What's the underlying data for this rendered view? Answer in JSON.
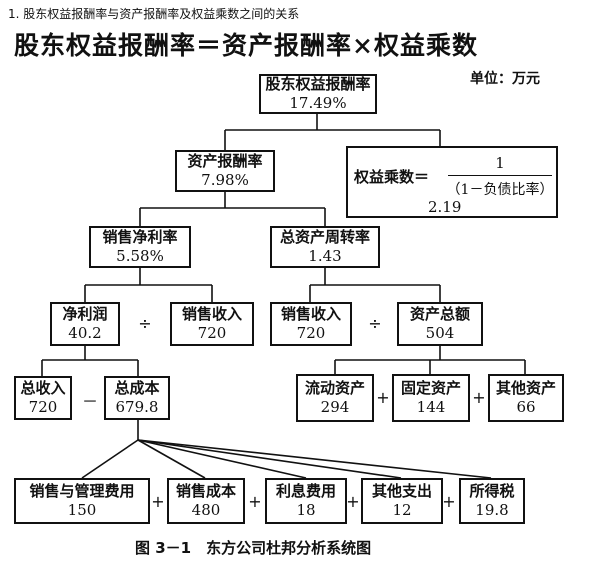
{
  "header": "1. 股东权益报酬率与资产报酬率及权益乘数之间的关系",
  "title": "股东权益报酬率＝资产报酬率×权益乘数",
  "unit": "单位：万元",
  "nodes": {
    "roe": {
      "label": "股东权益报酬率",
      "value": "17.49%"
    },
    "roa": {
      "label": "资产报酬率",
      "value": "7.98%"
    },
    "equity_multiplier": {
      "label": "权益乘数＝",
      "numerator": "1",
      "denominator": "（1－负债比率）",
      "value": "2.19"
    },
    "net_margin": {
      "label": "销售净利率",
      "value": "5.58%"
    },
    "asset_turnover": {
      "label": "总资产周转率",
      "value": "1.43"
    },
    "net_profit": {
      "label": "净利润",
      "value": "40.2"
    },
    "sales_1": {
      "label": "销售收入",
      "value": "720"
    },
    "sales_2": {
      "label": "销售收入",
      "value": "720"
    },
    "total_assets": {
      "label": "资产总额",
      "value": "504"
    },
    "total_income": {
      "label": "总收入",
      "value": "720"
    },
    "total_cost": {
      "label": "总成本",
      "value": "679.8"
    },
    "current_assets": {
      "label": "流动资产",
      "value": "294"
    },
    "fixed_assets": {
      "label": "固定资产",
      "value": "144"
    },
    "other_assets": {
      "label": "其他资产",
      "value": "66"
    },
    "selling_admin": {
      "label": "销售与管理费用",
      "value": "150"
    },
    "cost_of_sales": {
      "label": "销售成本",
      "value": "480"
    },
    "interest": {
      "label": "利息费用",
      "value": "18"
    },
    "other_expense": {
      "label": "其他支出",
      "value": "12"
    },
    "income_tax": {
      "label": "所得税",
      "value": "19.8"
    }
  },
  "operators": {
    "divide": "÷",
    "minus": "－",
    "plus": "+"
  },
  "caption": "图 3－1　东方公司杜邦分析系统图"
}
